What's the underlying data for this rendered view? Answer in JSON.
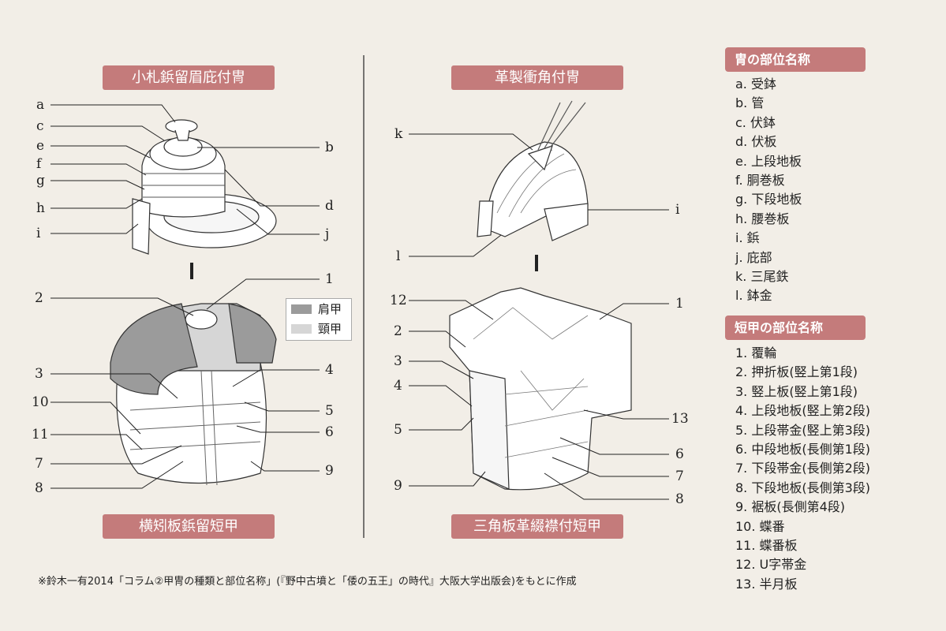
{
  "diagram1": {
    "helmet_title": "小札鋲留眉庇付冑",
    "armor_title": "横矧板鋲留短甲",
    "helmet_labels": {
      "a": "a",
      "b": "b",
      "c": "c",
      "d": "d",
      "e": "e",
      "f": "f",
      "g": "g",
      "h": "h",
      "i": "i",
      "j": "j"
    },
    "armor_labels": {
      "n1": "1",
      "n2": "2",
      "n3": "3",
      "n4": "4",
      "n5": "5",
      "n6": "6",
      "n7": "7",
      "n8": "8",
      "n9": "9",
      "n10": "10",
      "n11": "11"
    },
    "legend": [
      {
        "label": "肩甲",
        "color": "#9b9b9b"
      },
      {
        "label": "頸甲",
        "color": "#d6d6d6"
      }
    ]
  },
  "diagram2": {
    "helmet_title": "革製衝角付冑",
    "armor_title": "三角板革綴襟付短甲",
    "helmet_labels": {
      "k": "k",
      "l": "l",
      "i": "i"
    },
    "armor_labels": {
      "n1": "1",
      "n2": "2",
      "n3": "3",
      "n4": "4",
      "n5": "5",
      "n6": "6",
      "n7": "7",
      "n8": "8",
      "n9": "9",
      "n12": "12",
      "n13": "13"
    }
  },
  "panel": {
    "helmet_heading": "冑の部位名称",
    "helmet_parts": [
      "a. 受鉢",
      "b. 管",
      "c. 伏鉢",
      "d. 伏板",
      "e. 上段地板",
      "f. 胴巻板",
      "g. 下段地板",
      "h. 腰巻板",
      "i. 鋲",
      "j. 庇部",
      "k. 三尾鉄",
      "l. 鉢金"
    ],
    "armor_heading": "短甲の部位名称",
    "armor_parts": [
      "1. 覆輪",
      "2. 押折板(竪上第1段)",
      "3. 竪上板(竪上第1段)",
      "4. 上段地板(竪上第2段)",
      "5. 上段帯金(竪上第3段)",
      "6. 中段地板(長側第1段)",
      "7. 下段帯金(長側第2段)",
      "8. 下段地板(長側第3段)",
      "9. 裾板(長側第4段)",
      "10. 蝶番",
      "11. 蝶番板",
      "12. U字帯金",
      "13. 半月板"
    ]
  },
  "caption": "※鈴木一有2014「コラム②甲冑の種類と部位名称」(『野中古墳と「倭の五王」の時代』大阪大学出版会)をもとに作成",
  "colors": {
    "accent": "#c47b7b",
    "background": "#f2eee7"
  }
}
